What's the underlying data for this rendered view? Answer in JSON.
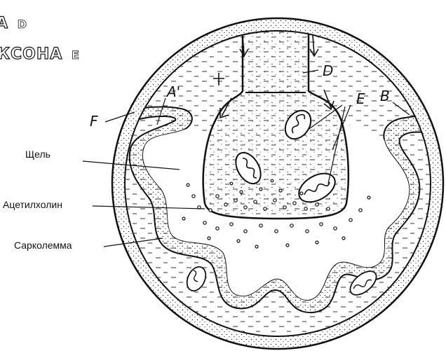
{
  "header": {
    "line1": "А",
    "line1_letter": "D",
    "line2": "КСОНА",
    "line2_letter": "E"
  },
  "labels": {
    "gap": "Щель",
    "acetylcholine": "Ацетилхолин",
    "sarcolemma": "Сарколемма"
  },
  "letters": {
    "a_prime": "A'",
    "b": "B",
    "d": "D",
    "e": "E",
    "f": "F"
  },
  "colors": {
    "ink": "#111111",
    "paper": "#ffffff"
  }
}
